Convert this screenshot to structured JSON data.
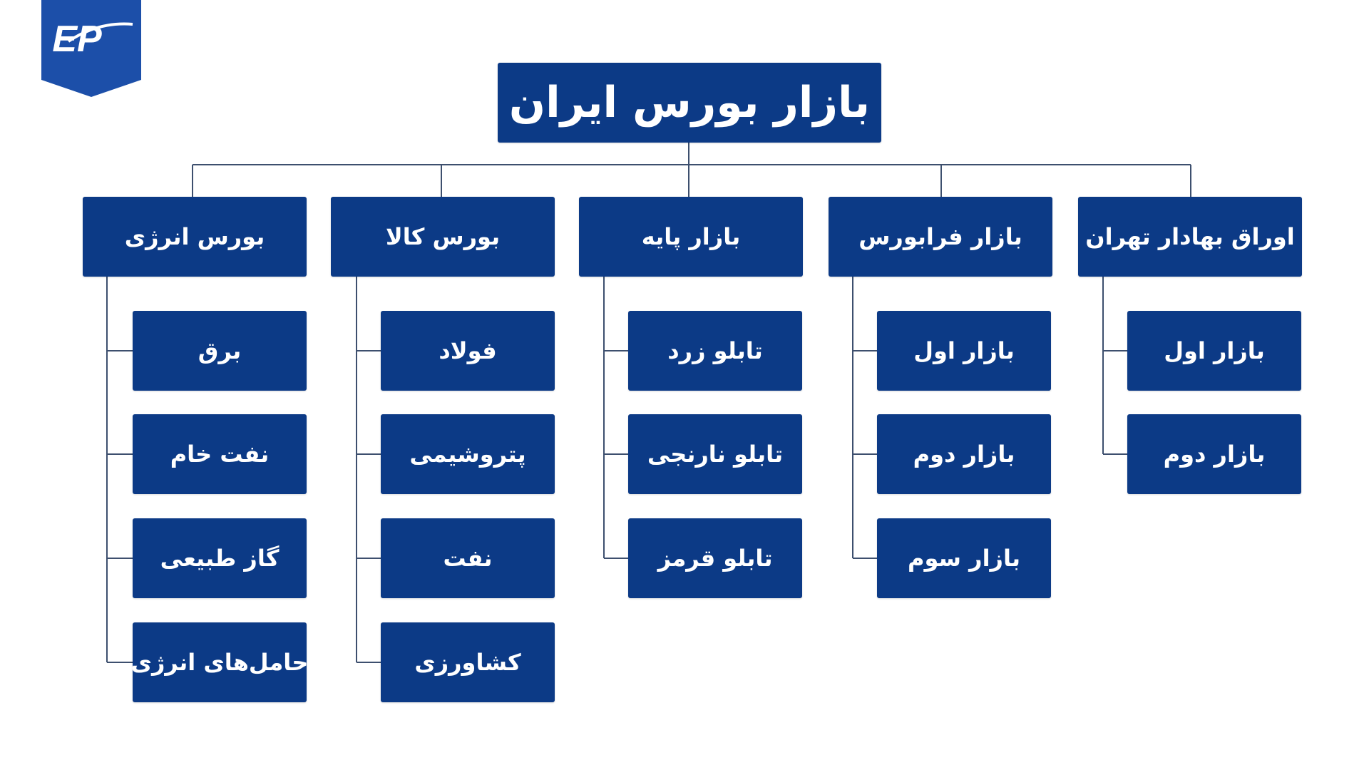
{
  "title": "بازار بورس ایران",
  "logo": {
    "icon": "ep-logo-icon",
    "text": "EP",
    "color": "#1c4fa9"
  },
  "colors": {
    "box": "#0c3a86",
    "connector": "#3d4f6e",
    "text": "#ffffff"
  },
  "categories": [
    {
      "label": "اوراق بهادار تهران",
      "items": [
        "بازار اول",
        "بازار دوم"
      ]
    },
    {
      "label": "بازار فرابورس",
      "items": [
        "بازار اول",
        "بازار دوم",
        "بازار سوم"
      ]
    },
    {
      "label": "بازار پایه",
      "items": [
        "تابلو زرد",
        "تابلو نارنجی",
        "تابلو قرمز"
      ]
    },
    {
      "label": "بورس کالا",
      "items": [
        "فولاد",
        "پتروشیمی",
        "نفت",
        "کشاورزی"
      ]
    },
    {
      "label": "بورس انرژی",
      "items": [
        "برق",
        "نفت خام",
        "گاز طبیعی",
        "حامل‌های انرژی"
      ]
    }
  ]
}
